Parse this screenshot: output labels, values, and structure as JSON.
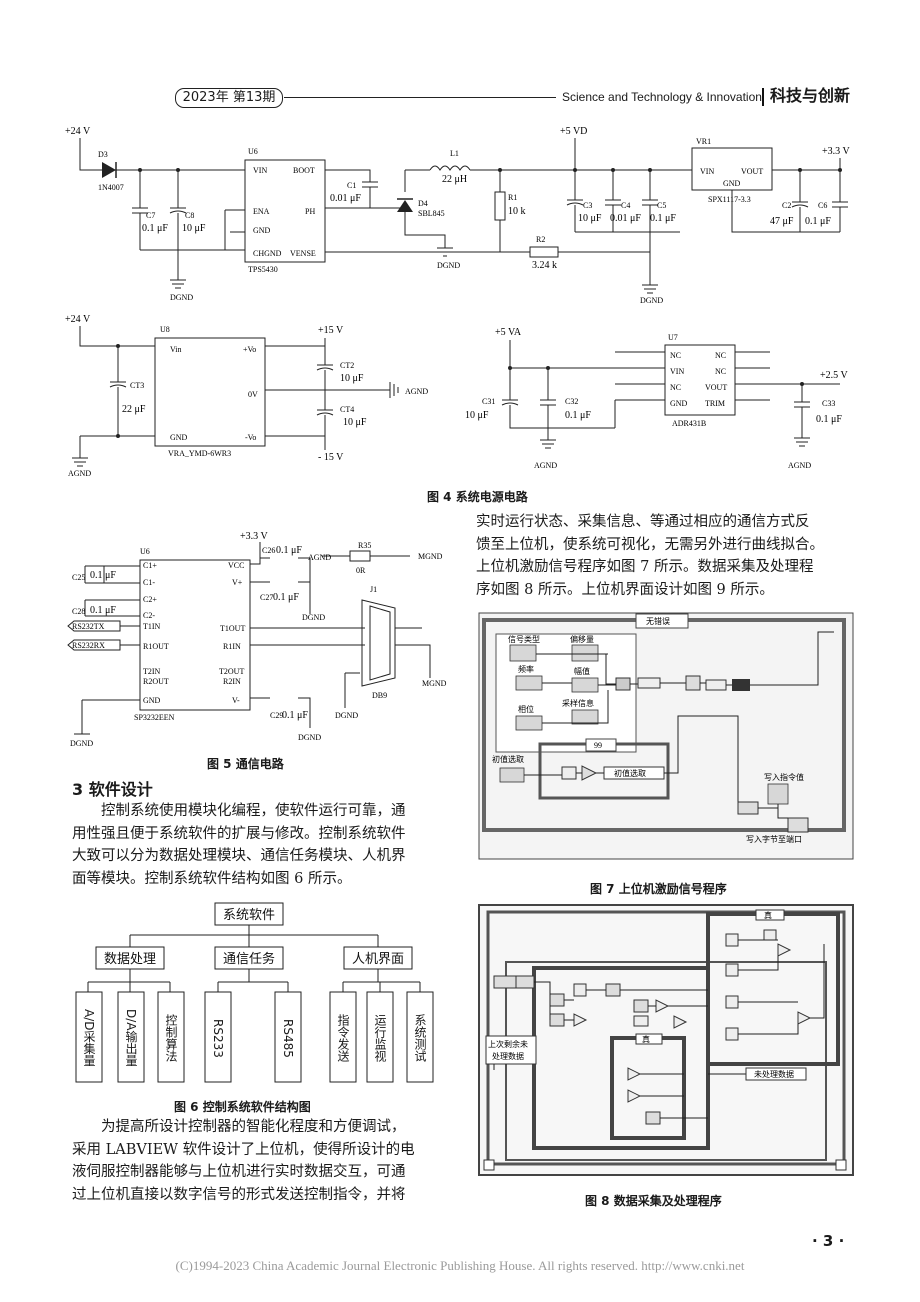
{
  "header": {
    "issue": "2023年 第13期",
    "journal_en": "Science and Technology & Innovation",
    "journal_cn": "科技与创新"
  },
  "fig4": {
    "caption": "图 4   系统电源电路",
    "labels": {
      "v24_a": "+24 V",
      "v5vd": "+5 VD",
      "v33": "+3.3 V",
      "d3": "D3",
      "d3p": "1N4007",
      "u6": "U6",
      "u6p": "TPS5430",
      "vin": "VIN",
      "ena": "ENA",
      "gnd": "GND",
      "chgnd": "CHGND",
      "boot": "BOOT",
      "ph": "PH",
      "vense": "VENSE",
      "c1": "C1",
      "c1v": "0.01 μF",
      "l1": "L1",
      "l1v": "22 μH",
      "d4": "D4",
      "d4p": "SBL845",
      "r1": "R1",
      "r1v": "10 k",
      "r2": "R2",
      "r2v": "3.24 k",
      "c7": "C7",
      "c7v": "0.1 μF",
      "c8": "C8",
      "c8v": "10 μF",
      "c3": "C3",
      "c3v": "10 μF",
      "c4": "C4",
      "c4v": "0.01 μF",
      "c5": "C5",
      "c5v": "0.1 μF",
      "vr1": "VR1",
      "vr1p": "SPX1117-3.3",
      "vout": "VOUT",
      "c2": "C2",
      "c2v": "47 μF",
      "c6": "C6",
      "c6v": "0.1 μF",
      "dgnd": "DGND",
      "v24_b": "+24 V",
      "u8": "U8",
      "u8p": "VRA_YMD-6WR3",
      "vin2": "Vin",
      "gnd2": "GND",
      "pvo": "+Vo",
      "ov": "0V",
      "nvo": "-Vo",
      "ct3": "CT3",
      "ct3v": "22 μF",
      "v15": "+15 V",
      "vm15": "- 15 V",
      "ct2": "CT2",
      "ct2v": "10 μF",
      "ct4": "CT4",
      "ct4v": "10 μF",
      "agnd": "AGND",
      "v5va": "+5 VA",
      "u7": "U7",
      "u7p": "ADR431B",
      "nc": "NC",
      "trim": "TRIM",
      "v25": "+2.5 V",
      "c31": "C31",
      "c31v": "10 μF",
      "c32": "C32",
      "c32v": "0.1 μF",
      "c33": "C33",
      "c33v": "0.1 μF"
    }
  },
  "fig5": {
    "caption": "图 5   通信电路",
    "labels": {
      "v33": "+3.3 V",
      "u6": "U6",
      "u6p": "SP3232EEN",
      "c26": "C26",
      "c26v": "0.1 μF",
      "c25": "C25",
      "c25v": "0.1 μF",
      "c28": "C28",
      "c28v": "0.1 μF",
      "c27": "C27",
      "c27v": "0.1 μF",
      "c29": "C29",
      "c29v": "0.1 μF",
      "r35": "R35",
      "r35v": "0R",
      "agnd": "AGND",
      "mgnd": "MGND",
      "dgnd": "DGND",
      "j1": "J1",
      "db9": "DB9",
      "tx": "RS232TX",
      "rx": "RS232RX",
      "c1p": "C1+",
      "c1n": "C1-",
      "c2p": "C2+",
      "c2n": "C2-",
      "t1in": "T1IN",
      "r1out": "R1OUT",
      "t2in": "T2IN",
      "r2out": "R2OUT",
      "gnd": "GND",
      "vcc": "VCC",
      "vp": "V+",
      "t1out": "T1OUT",
      "r1in": "R1IN",
      "t2out": "T2OUT",
      "r2in": "R2IN",
      "vn": "V-"
    }
  },
  "section3": {
    "title": "3   软件设计",
    "p1": [
      "控制系统使用模块化编程，使软件运行可靠，通",
      "用性强且便于系统软件的扩展与修改。控制系统软件",
      "大致可以分为数据处理模块、通信任务模块、人机界",
      "面等模块。控制系统软件结构如图 6 所示。"
    ],
    "p2": [
      "为提高所设计控制器的智能化程度和方便调试，",
      "采用 LABVIEW 软件设计了上位机，使得所设计的电",
      "液伺服控制器能够与上位机进行实时数据交互，可通",
      "过上位机直接以数字信号的形式发送控制指令，并将"
    ]
  },
  "right_text": [
    "实时运行状态、采集信息、等通过相应的通信方式反",
    "馈至上位机，使系统可视化，无需另外进行曲线拟合。",
    "上位机激励信号程序如图 7 所示。数据采集及处理程",
    "序如图 8 所示。上位机界面设计如图 9 所示。"
  ],
  "fig6": {
    "caption": "图 6   控制系统软件结构图",
    "root": "系统软件",
    "groups": [
      {
        "name": "数据处理",
        "children": [
          "A/D采集量",
          "D/A输出量",
          "控制算法"
        ]
      },
      {
        "name": "通信任务",
        "children": [
          "RS233",
          "RS485"
        ]
      },
      {
        "name": "人机界面",
        "children": [
          "指令发送",
          "运行监视",
          "系统测试"
        ]
      }
    ]
  },
  "fig7": {
    "caption": "图 7   上位机激励信号程序",
    "labels": {
      "no_error": "无错误",
      "sig_type": "信号类型",
      "offset": "偏移量",
      "freq": "频率",
      "amp": "幅值",
      "phase": "相位",
      "sample": "采样信息",
      "init": "初值选取",
      "init2": "初值选取",
      "n99": "99",
      "write_cmd": "写入指令值",
      "write_port": "写入字节至端口"
    }
  },
  "fig8": {
    "caption": "图 8   数据采集及处理程序",
    "labels": {
      "prev1": "上次剩余未",
      "prev2": "处理数据",
      "unproc": "未处理数据",
      "true": "真"
    }
  },
  "page_number": "· 3 ·",
  "copyright": "(C)1994-2023 China Academic Journal Electronic Publishing House. All rights reserved.    http://www.cnki.net"
}
